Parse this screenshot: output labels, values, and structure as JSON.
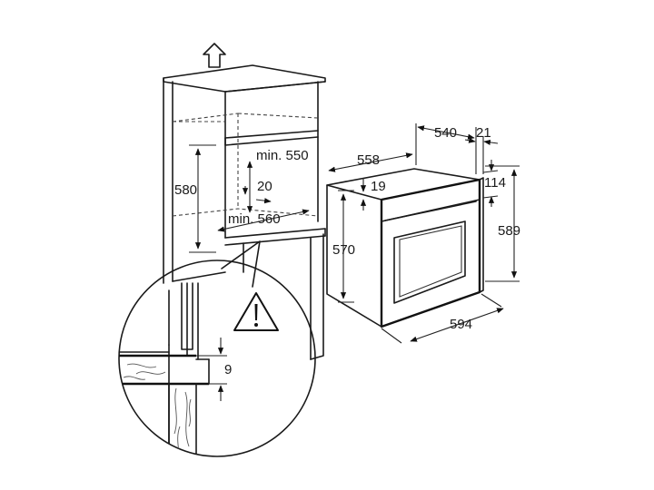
{
  "labels": {
    "cabinet_min_height": "min. 550",
    "cabinet_niche_height": "580",
    "cabinet_gap": "20",
    "cabinet_min_width": "min. 560",
    "oven_depth_total": "558",
    "oven_depth_body": "540",
    "oven_front_thickness": "21",
    "oven_top_offset": "19",
    "oven_panel_height": "114",
    "oven_body_height": "570",
    "oven_front_height": "589",
    "oven_width": "594",
    "detail_gap": "9"
  },
  "icons": {
    "vent": "up-arrow-icon",
    "warning": "warning-triangle-icon"
  }
}
